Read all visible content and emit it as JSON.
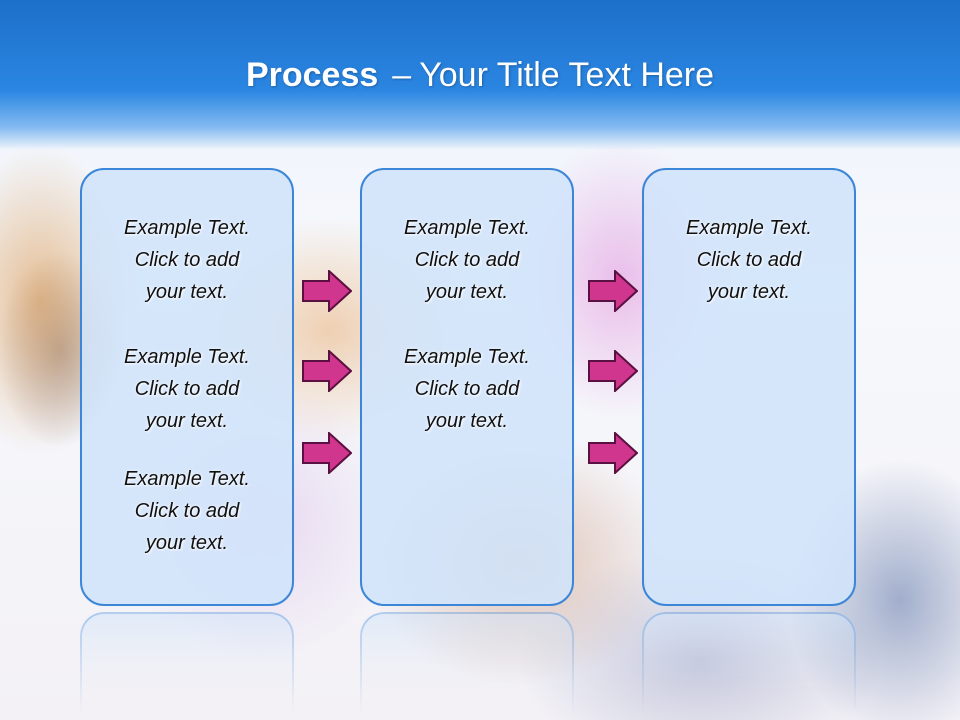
{
  "title": {
    "bold": "Process",
    "dash": "–",
    "rest": "Your Title Text Here"
  },
  "panels": [
    {
      "blocks": [
        {
          "line1": "Example Text.",
          "line2": "Click  to add",
          "line3": "your text."
        },
        {
          "line1": "Example Text.",
          "line2": "Click  to add",
          "line3": "your text."
        },
        {
          "line1": "Example Text.",
          "line2": "Click  to add",
          "line3": "your text."
        }
      ]
    },
    {
      "blocks": [
        {
          "line1": "Example Text.",
          "line2": "Click  to add",
          "line3": "your text."
        },
        {
          "line1": "Example Text.",
          "line2": "Click  to add",
          "line3": "your text."
        }
      ]
    },
    {
      "blocks": [
        {
          "line1": "Example Text.",
          "line2": "Click  to add",
          "line3": "your text."
        }
      ]
    }
  ],
  "arrow_icon": "right-arrow-icon",
  "colors": {
    "header": "#1d6fc9",
    "panel_border": "#3c86d8",
    "panel_fill": "#d0e4fa",
    "arrow_fill": "#d0368e",
    "arrow_stroke": "#5a1040"
  }
}
